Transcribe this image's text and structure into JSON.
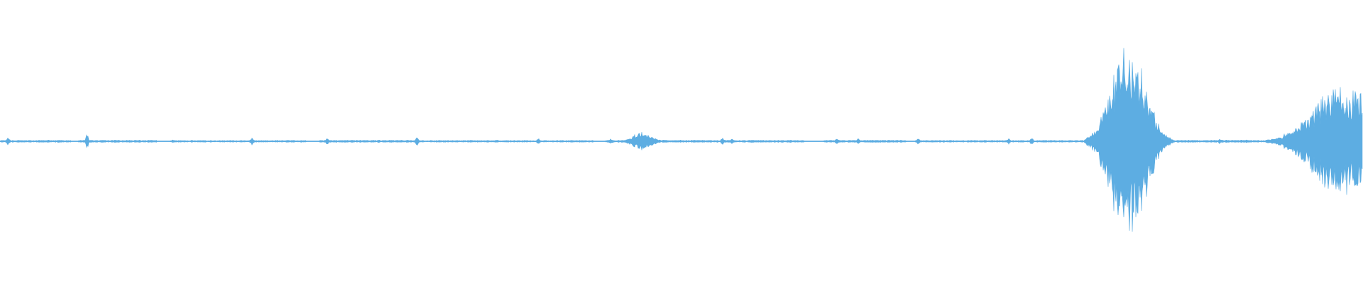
{
  "waveform": {
    "color": "#5dade2",
    "background": "#ffffff",
    "segments": [
      {
        "start": 0.0,
        "end": 0.052,
        "level": 0.008
      },
      {
        "start": 0.058,
        "end": 0.115,
        "level": 0.008
      },
      {
        "start": 0.125,
        "end": 0.225,
        "level": 0.007
      },
      {
        "start": 0.235,
        "end": 0.3,
        "level": 0.008
      },
      {
        "start": 0.3,
        "end": 0.435,
        "level": 0.007
      },
      {
        "start": 0.445,
        "end": 0.59,
        "level": 0.008
      },
      {
        "start": 0.605,
        "end": 0.665,
        "level": 0.008
      },
      {
        "start": 0.672,
        "end": 0.8,
        "level": 0.007
      },
      {
        "start": 0.805,
        "end": 0.845,
        "level": 0.009
      },
      {
        "start": 0.845,
        "end": 0.87,
        "level": 0.008
      },
      {
        "start": 0.87,
        "end": 0.95,
        "level": 0.008
      },
      {
        "start": 0.95,
        "end": 0.968,
        "level": 0.008
      }
    ],
    "spikes": [
      {
        "pos": 0.006,
        "amp": 0.05
      },
      {
        "pos": 0.064,
        "amp": 0.07
      },
      {
        "pos": 0.127,
        "amp": 0.02
      },
      {
        "pos": 0.185,
        "amp": 0.045
      },
      {
        "pos": 0.24,
        "amp": 0.035
      },
      {
        "pos": 0.306,
        "amp": 0.045
      },
      {
        "pos": 0.395,
        "amp": 0.03
      },
      {
        "pos": 0.448,
        "amp": 0.03
      },
      {
        "pos": 0.53,
        "amp": 0.03
      },
      {
        "pos": 0.537,
        "amp": 0.03
      },
      {
        "pos": 0.614,
        "amp": 0.03
      },
      {
        "pos": 0.63,
        "amp": 0.03
      },
      {
        "pos": 0.674,
        "amp": 0.035
      },
      {
        "pos": 0.74,
        "amp": 0.03
      },
      {
        "pos": 0.757,
        "amp": 0.035
      },
      {
        "pos": 0.895,
        "amp": 0.025
      },
      {
        "pos": 0.915,
        "amp": 0.02
      }
    ],
    "bursts": [
      {
        "center": 0.471,
        "width": 0.011,
        "amp": 0.09
      },
      {
        "center": 0.828,
        "width": 0.02,
        "amp": 1.0
      },
      {
        "center": 0.985,
        "width": 0.035,
        "amp": 0.55
      }
    ]
  }
}
